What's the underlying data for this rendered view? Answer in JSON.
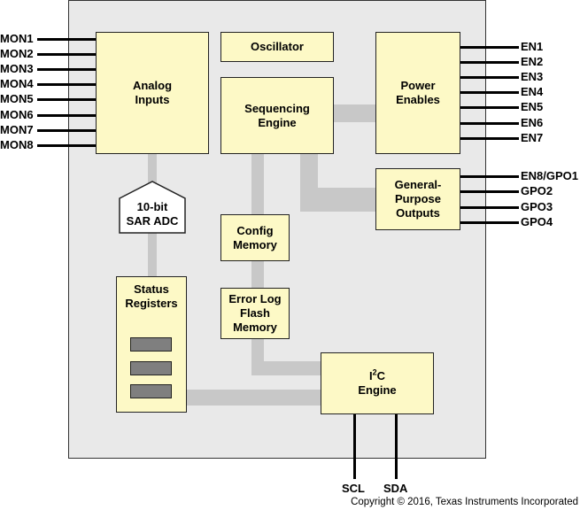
{
  "blocks": {
    "analog_inputs": [
      "Analog",
      "Inputs"
    ],
    "oscillator": "Oscillator",
    "sequencing_engine": [
      "Sequencing",
      "Engine"
    ],
    "power_enables": [
      "Power",
      "Enables"
    ],
    "gpo": [
      "General-",
      "Purpose",
      "Outputs"
    ],
    "adc": [
      "10-bit",
      "SAR ADC"
    ],
    "config_memory": [
      "Config",
      "Memory"
    ],
    "error_log": [
      "Error Log",
      "Flash",
      "Memory"
    ],
    "status_registers": [
      "Status",
      "Registers"
    ],
    "i2c": {
      "prefix": "I",
      "sup": "2",
      "suffix": "C",
      "line2": "Engine"
    }
  },
  "mon_pins": [
    "MON1",
    "MON2",
    "MON3",
    "MON4",
    "MON5",
    "MON6",
    "MON7",
    "MON8"
  ],
  "en_pins": [
    "EN1",
    "EN2",
    "EN3",
    "EN4",
    "EN5",
    "EN6",
    "EN7"
  ],
  "gpo_pins": [
    "EN8/GPO1",
    "GPO2",
    "GPO3",
    "GPO4"
  ],
  "bottom_pins": [
    "SCL",
    "SDA"
  ],
  "copyright": "Copyright © 2016, Texas Instruments Incorporated"
}
